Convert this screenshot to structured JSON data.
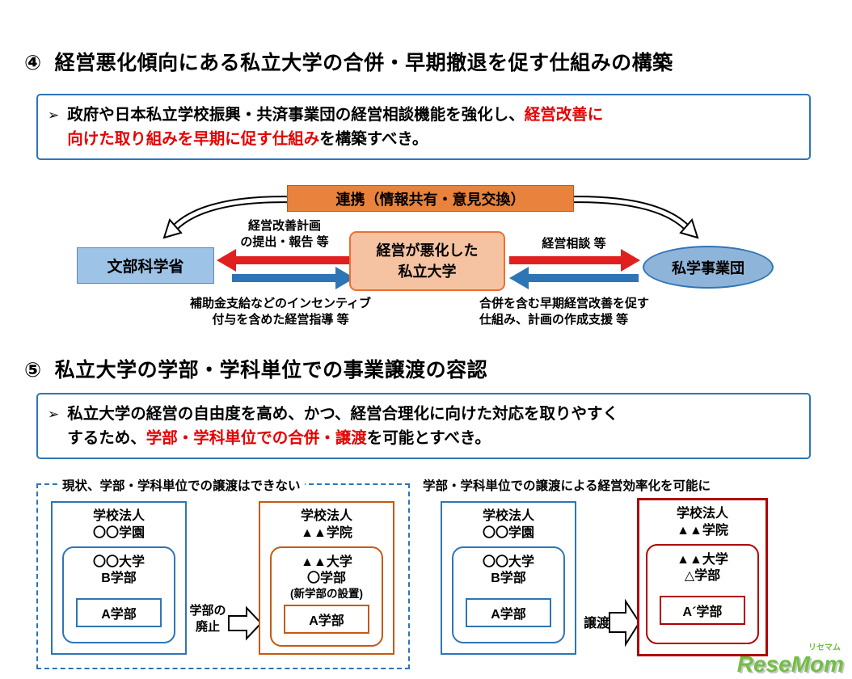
{
  "colors": {
    "blue_border": "#2E75B6",
    "light_blue_fill": "#9DC3E6",
    "cooperation_orange": "#E8823C",
    "salmon_fill": "#F6C3A2",
    "orange_border": "#C55A11",
    "red_text": "#E60000",
    "red_border": "#B00000",
    "red_arrow": "#E02020",
    "blue_arrow": "#2E75B6",
    "hollow_arrow_fill": "#FFFFFF",
    "logo_green": "#72BF44"
  },
  "section4": {
    "number": "④",
    "title": "経営悪化傾向にある私立大学の合併・早期撤退を促す仕組みの構築",
    "bullet": {
      "marker": "➢",
      "black1": "政府や日本私立学校振興・共済事業団の経営相談機能を強化し、",
      "red1": "経営改善に",
      "red2": "向けた取り組みを早期に促す仕組み",
      "black2": "を構築すべき。"
    },
    "diagram": {
      "cooperation_label": "連携（情報共有・意見交換）",
      "mext_label": "文部科学省",
      "center_line1": "経営が悪化した",
      "center_line2": "私立大学",
      "shigaku_label": "私学事業団",
      "left_top_line1": "経営改善計画",
      "left_top_line2": "の提出・報告 等",
      "right_top": "経営相談 等",
      "left_bottom_line1": "補助金支給などのインセンティブ",
      "left_bottom_line2": "付与を含めた経営指導 等",
      "right_bottom_line1": "合併を含む早期経営改善を促す",
      "right_bottom_line2": "仕組み、計画の作成支援 等"
    }
  },
  "section5": {
    "number": "⑤",
    "title": "私立大学の学部・学科単位での事業譲渡の容認",
    "bullet": {
      "marker": "➢",
      "line1": "私立大学の経営の自由度を高め、かつ、経営合理化に向けた対応を取りやすく",
      "line2_black1": "するため、",
      "line2_red": "学部・学科単位での合併・譲渡",
      "line2_black2": "を可能とすべき。"
    },
    "current": {
      "title": "現状、学部・学科単位での譲渡はできない",
      "box1": {
        "org_line1": "学校法人",
        "org_line2": "〇〇学園",
        "univ_line1": "〇〇大学",
        "univ_line2": "B学部",
        "dept": "A学部"
      },
      "arrow_line1": "学部の",
      "arrow_line2": "廃止",
      "box2": {
        "org_line1": "学校法人",
        "org_line2": "▲▲学院",
        "univ_line1": "▲▲大学",
        "univ_line2": "〇学部",
        "univ_note": "(新学部の設置)",
        "dept": "A学部"
      }
    },
    "proposed": {
      "title": "学部・学科単位での譲渡による経営効率化を可能に",
      "box1": {
        "org_line1": "学校法人",
        "org_line2": "〇〇学園",
        "univ_line1": "〇〇大学",
        "univ_line2": "B学部",
        "dept": "A学部"
      },
      "arrow_label": "譲渡",
      "box2": {
        "org_line1": "学校法人",
        "org_line2": "▲▲学院",
        "univ_line1": "▲▲大学",
        "univ_line2": "△学部",
        "dept": "A´学部"
      }
    }
  },
  "watermark": {
    "name": "ReseMom",
    "furigana": "リセマム"
  }
}
